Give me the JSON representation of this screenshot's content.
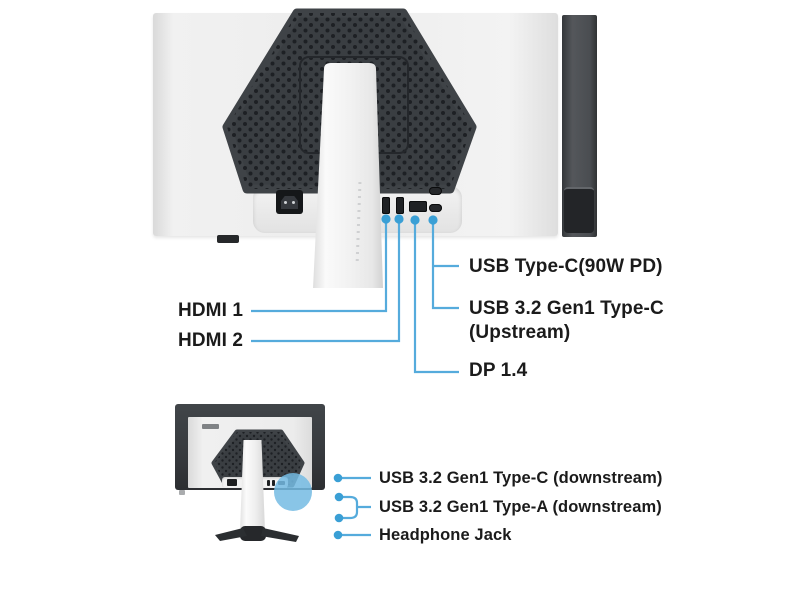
{
  "figure": {
    "title": "Monitor rear-port callout diagram",
    "colors": {
      "accent_blue": "#3a9fd5",
      "line_blue": "#55abdc",
      "highlight_circle": "#74bbe3",
      "label_text": "#1b1b1b",
      "vent_dark": "#3a3e42",
      "frame_dark": "#36393d"
    }
  },
  "top_diagram": {
    "left_labels": [
      {
        "text": "HDMI 1"
      },
      {
        "text": "HDMI 2"
      }
    ],
    "right_labels": [
      {
        "text": "USB Type-C(90W PD)"
      },
      {
        "text": "USB 3.2 Gen1 Type-C",
        "line2": "(Upstream)"
      },
      {
        "text": "DP 1.4"
      }
    ]
  },
  "bottom_diagram": {
    "labels": [
      {
        "text": "USB 3.2 Gen1 Type-C (downstream)"
      },
      {
        "text": "USB 3.2 Gen1 Type-A (downstream)"
      },
      {
        "text": "Headphone Jack"
      }
    ]
  }
}
